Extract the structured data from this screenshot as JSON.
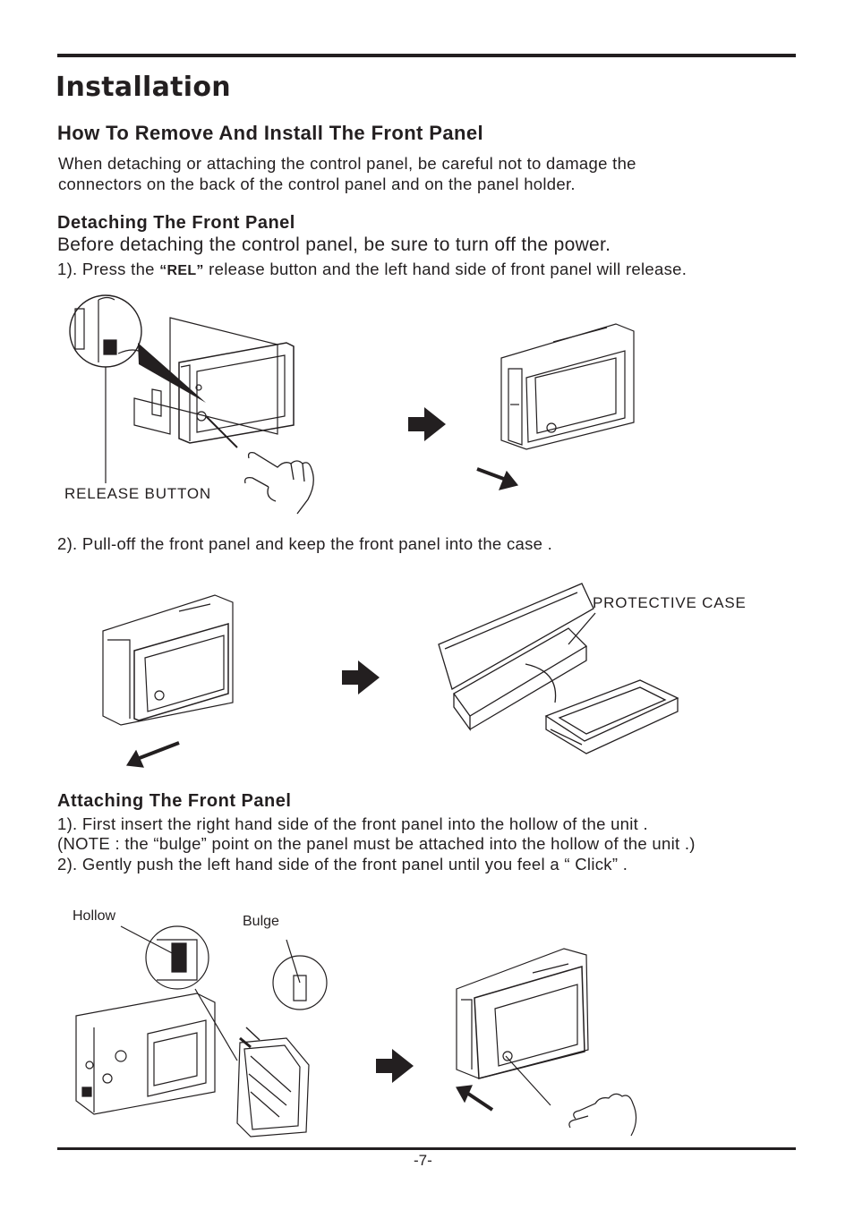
{
  "page": {
    "title": "Installation",
    "page_number": "-7-"
  },
  "section": {
    "heading": "How To Remove And Install The Front Panel",
    "intro_line1": "When detaching or attaching the control panel, be careful not to damage the",
    "intro_line2": "connectors on the back of the control panel and on the panel holder."
  },
  "detaching": {
    "heading": "Detaching The Front Panel",
    "warning": "Before detaching the control panel, be sure to turn off the power.",
    "step1_prefix": "1). Press the ",
    "step1_rel": "“REL”",
    "step1_suffix": " release button and the left hand side of front panel will release.",
    "release_button_label": "RELEASE BUTTON",
    "step2": "2). Pull-off the front panel  and keep the front panel into the case .",
    "protective_case_label": "PROTECTIVE CASE"
  },
  "attaching": {
    "heading": "Attaching The Front Panel",
    "step1": "1). First insert the right hand side of the front panel into the hollow of the unit .",
    "note": "(NOTE : the “bulge” point on the panel must be attached into the hollow of the unit .)",
    "step2": "2). Gently push the left hand side of the front panel until you feel a  “ Click” .",
    "hollow_label": "Hollow",
    "bulge_label": "Bulge"
  },
  "icons": {
    "arrow": "right-arrow-icon",
    "hand": "pointing-hand-icon",
    "case": "protective-case-icon"
  },
  "colors": {
    "ink": "#231f20",
    "background": "#ffffff"
  }
}
